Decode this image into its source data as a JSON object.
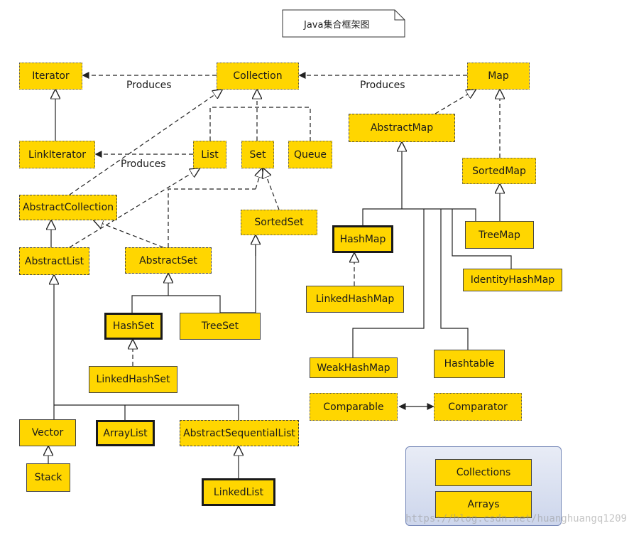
{
  "title": "Java集合框架图",
  "edge_labels": {
    "produces_iterator": "Produces",
    "produces_map": "Produces",
    "produces_list": "Produces"
  },
  "nodes": {
    "iterator": "Iterator",
    "collection": "Collection",
    "map": "Map",
    "link_iterator": "LinkIterator",
    "list": "List",
    "set": "Set",
    "queue": "Queue",
    "abstract_map": "AbstractMap",
    "sorted_map": "SortedMap",
    "abstract_collection": "AbstractCollection",
    "sorted_set": "SortedSet",
    "abstract_list": "AbstractList",
    "abstract_set": "AbstractSet",
    "hash_map": "HashMap",
    "tree_map": "TreeMap",
    "identity_hash_map": "IdentityHashMap",
    "linked_hash_map": "LinkedHashMap",
    "hash_set": "HashSet",
    "tree_set": "TreeSet",
    "linked_hash_set": "LinkedHashSet",
    "weak_hash_map": "WeakHashMap",
    "hashtable": "Hashtable",
    "comparable": "Comparable",
    "comparator": "Comparator",
    "vector": "Vector",
    "array_list": "ArrayList",
    "abstract_sequential_list": "AbstractSequentialList",
    "stack": "Stack",
    "linked_list": "LinkedList",
    "collections": "Collections",
    "arrays": "Arrays"
  },
  "watermark": "https://blog.csdn.net/huanghuangq1209"
}
